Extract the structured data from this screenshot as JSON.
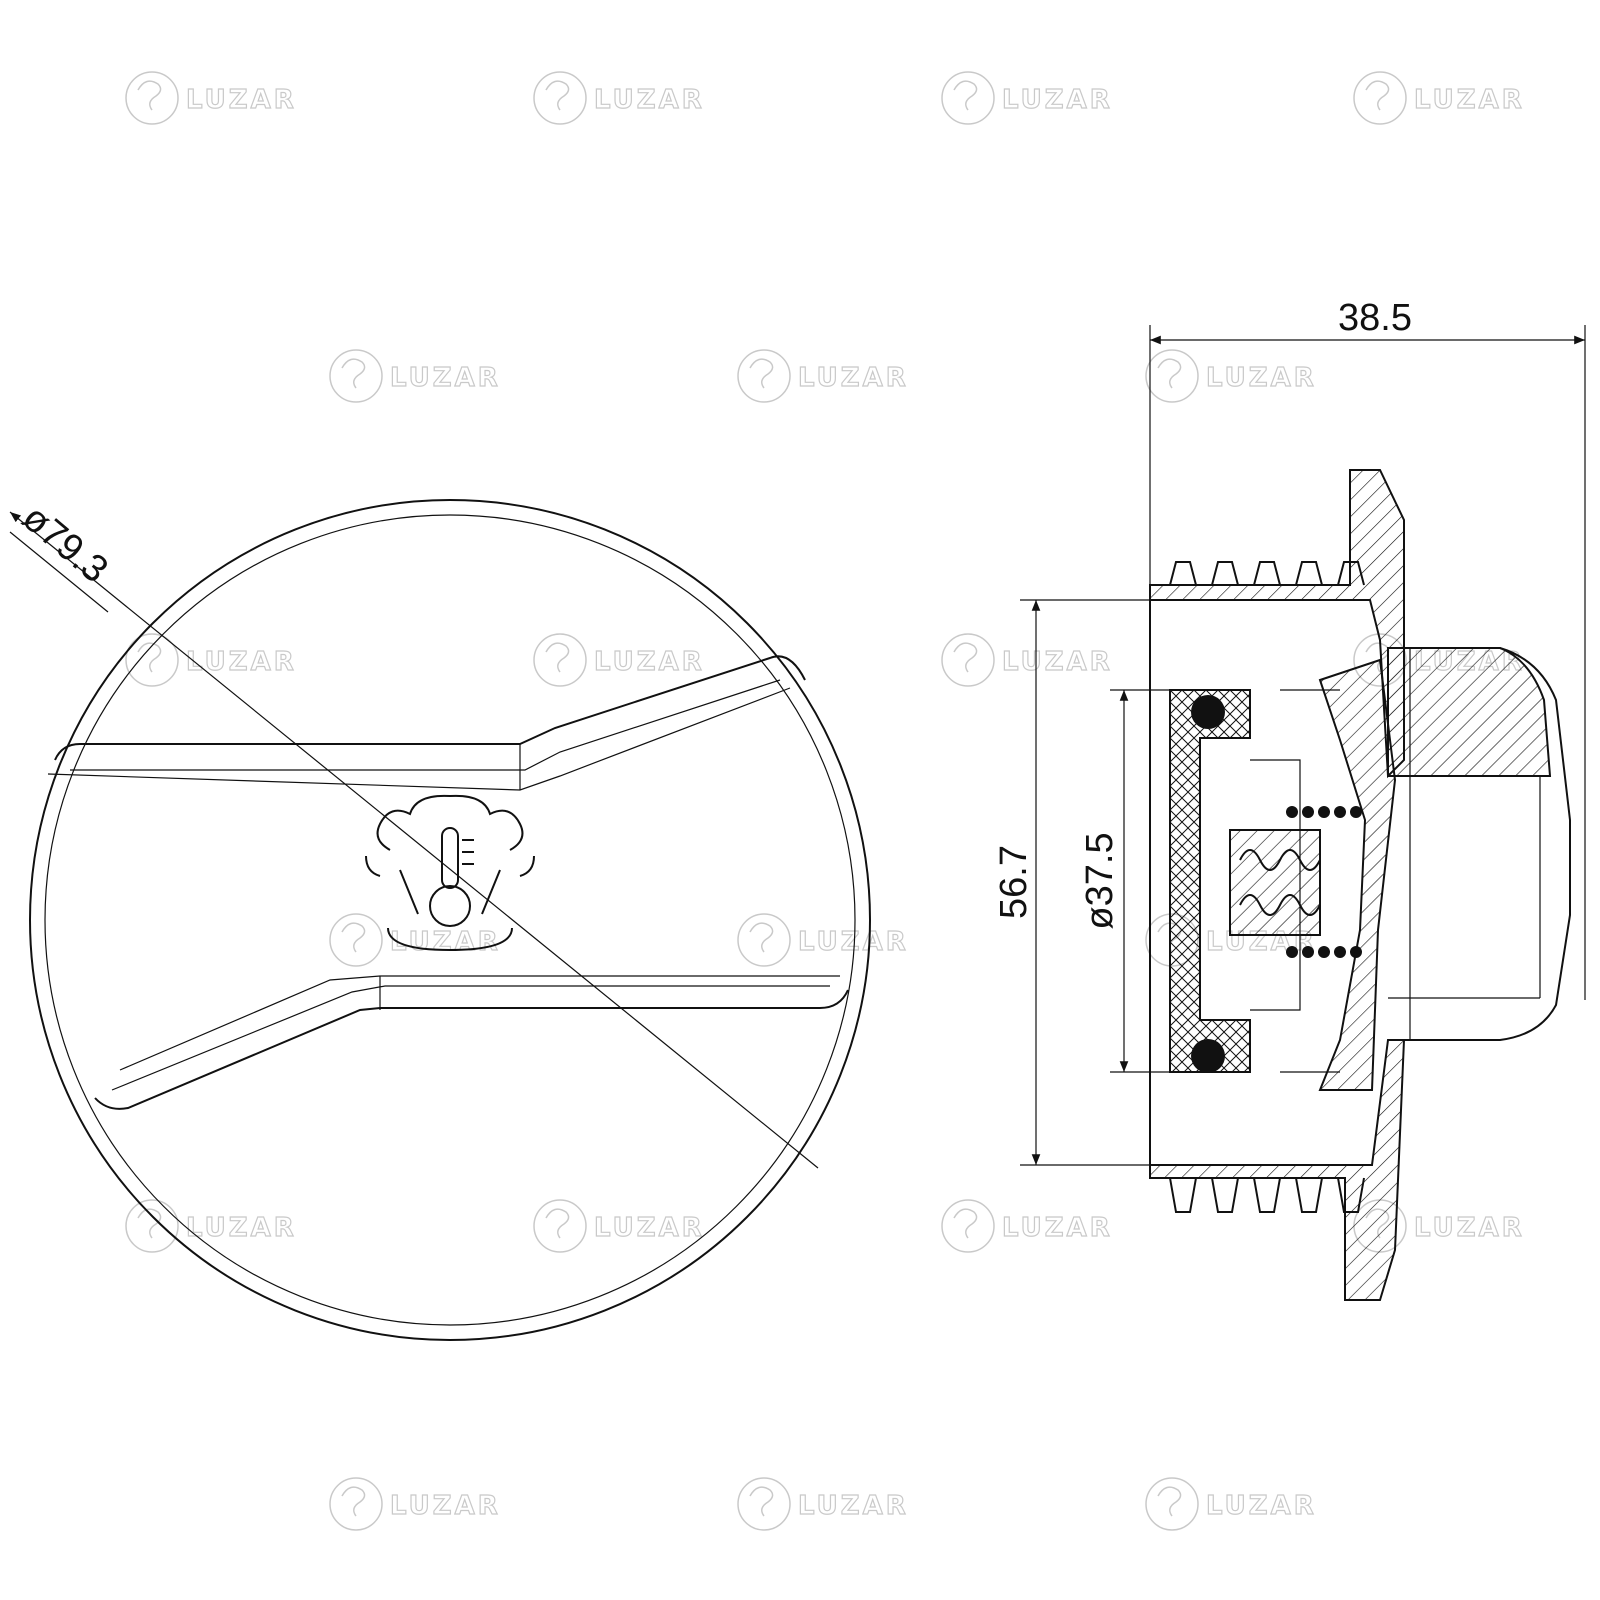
{
  "brand": {
    "watermark_text": "LUZAR"
  },
  "dimensions": {
    "outer_diameter": "ø79.3",
    "height": "56.7",
    "inner_diameter": "ø37.5",
    "depth": "38.5"
  },
  "colors": {
    "line": "#111111",
    "watermark": "#c9c9c9",
    "background": "#ffffff"
  },
  "icons": {
    "center_emblem": "coolant-temperature-warning-icon"
  }
}
